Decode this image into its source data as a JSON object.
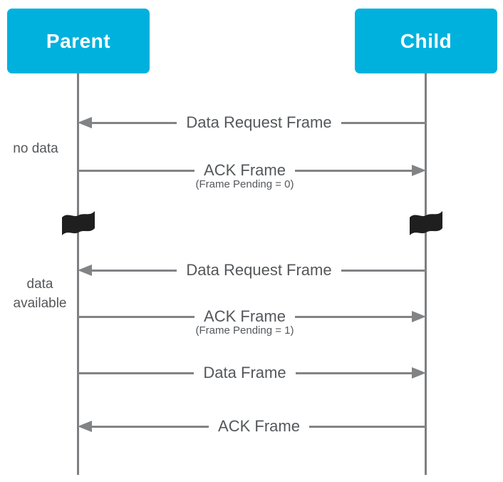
{
  "diagram": {
    "actors": [
      {
        "label": "Parent"
      },
      {
        "label": "Child"
      }
    ],
    "side_labels": [
      {
        "text": "no data"
      },
      {
        "text": "data available"
      }
    ],
    "messages": [
      {
        "label": "Data Request Frame",
        "sublabel": "",
        "direction": "left",
        "from": "Child",
        "to": "Parent"
      },
      {
        "label": "ACK Frame",
        "sublabel": "(Frame Pending = 0)",
        "direction": "right",
        "from": "Parent",
        "to": "Child"
      },
      {
        "label": "Data Request Frame",
        "sublabel": "",
        "direction": "left",
        "from": "Child",
        "to": "Parent"
      },
      {
        "label": "ACK Frame",
        "sublabel": "(Frame Pending = 1)",
        "direction": "right",
        "from": "Parent",
        "to": "Child"
      },
      {
        "label": "Data Frame",
        "sublabel": "",
        "direction": "right",
        "from": "Parent",
        "to": "Child"
      },
      {
        "label": "ACK Frame",
        "sublabel": "",
        "direction": "left",
        "from": "Child",
        "to": "Parent"
      }
    ],
    "icons": [
      {
        "name": "flag-break-icon",
        "meaning": "time break / wait on lifeline"
      }
    ],
    "colors": {
      "actor_bg": "#00b1dd",
      "actor_text": "#ffffff",
      "line": "#818385",
      "lifeline": "#7d7f82",
      "text": "#54575a",
      "flag": "#1f1f1f",
      "background": "#ffffff"
    }
  }
}
